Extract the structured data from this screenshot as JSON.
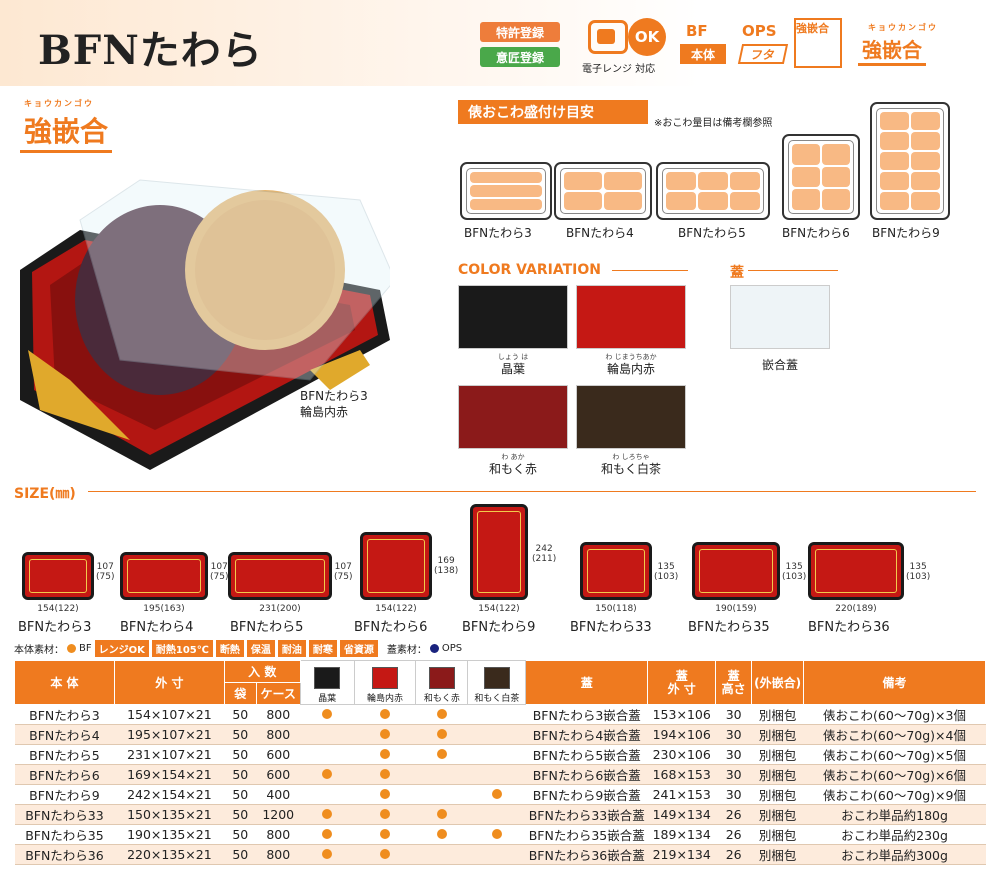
{
  "header": {
    "title": "BFNたわら",
    "patent": "特許登録",
    "design": "意匠登録",
    "microwave_ok": "OK",
    "microwave_label": "電子レンジ 対応",
    "bf_top": "BF",
    "bf_box": "本体",
    "ops_top": "OPS",
    "ops_box": "フタ",
    "kyogo_box": "強嵌合",
    "logo_ruby": "キョウカンゴウ",
    "logo_main": "強嵌合"
  },
  "product_caption": [
    "BFNたわら3",
    "輪島内赤"
  ],
  "guide": {
    "title": "俵おこわ盛付け目安",
    "note": "※おこわ量目は備考欄参照",
    "trays": [
      "BFNたわら3",
      "BFNたわら4",
      "BFNたわら5",
      "BFNたわら6",
      "BFNたわら9"
    ]
  },
  "colors": {
    "heading": "COLOR VARIATION",
    "items": [
      {
        "ruby": "しょう は",
        "label": "晶葉",
        "color": "#1a1a1a"
      },
      {
        "ruby": "わ じまうちあか",
        "label": "輪島内赤",
        "color": "#c51814"
      },
      {
        "ruby": "わ あか",
        "label": "和もく赤",
        "color": "#8b1a1a"
      },
      {
        "ruby": "わ しろちゃ",
        "label": "和もく白茶",
        "color": "#3a2a1c"
      }
    ]
  },
  "lid": {
    "heading": "蓋",
    "label": "嵌合蓋"
  },
  "size": {
    "heading": "SIZE(㎜)",
    "items": [
      {
        "name": "BFNたわら3",
        "w": "154(122)",
        "h": "107",
        "h2": "(75)"
      },
      {
        "name": "BFNたわら4",
        "w": "195(163)",
        "h": "107",
        "h2": "(75)"
      },
      {
        "name": "BFNたわら5",
        "w": "231(200)",
        "h": "107",
        "h2": "(75)"
      },
      {
        "name": "BFNたわら6",
        "w": "154(122)",
        "h": "169",
        "h2": "(138)"
      },
      {
        "name": "BFNたわら9",
        "w": "154(122)",
        "h": "242",
        "h2": "(211)"
      },
      {
        "name": "BFNたわら33",
        "w": "150(118)",
        "h": "135",
        "h2": "(103)"
      },
      {
        "name": "BFNたわら35",
        "w": "190(159)",
        "h": "135",
        "h2": "(103)"
      },
      {
        "name": "BFNたわら36",
        "w": "220(189)",
        "h": "135",
        "h2": "(103)"
      }
    ]
  },
  "materials": {
    "body_label": "本体素材：",
    "body": "BF",
    "tags": [
      "レンジOK",
      "耐熱105℃",
      "断熱",
      "保温",
      "耐油",
      "耐寒",
      "省資源"
    ],
    "lid_label": "蓋素材：",
    "lid": "OPS",
    "body_dot": "#ef8d1f",
    "lid_dot": "#1a237e"
  },
  "table": {
    "headers": {
      "body": "本 体",
      "outer": "外 寸",
      "qty": "入 数",
      "bag": "袋",
      "case": "ケース",
      "lid": "蓋",
      "lid_outer": "蓋\n外 寸",
      "lid_height": "蓋\n高さ",
      "fitting": "(外嵌合)",
      "note": "備考"
    },
    "color_heads": [
      "晶葉",
      "輪島内赤",
      "和もく赤",
      "和もく白茶"
    ],
    "rows": [
      {
        "name": "BFNたわら3",
        "outer": "154×107×21",
        "bag": "50",
        "case": "800",
        "c": [
          1,
          1,
          1,
          0
        ],
        "lid": "BFNたわら3嵌合蓋",
        "lid_outer": "153×106",
        "lid_h": "30",
        "fit": "別梱包",
        "note": "俵おこわ(60〜70g)×3個"
      },
      {
        "name": "BFNたわら4",
        "outer": "195×107×21",
        "bag": "50",
        "case": "800",
        "c": [
          0,
          1,
          1,
          0
        ],
        "lid": "BFNたわら4嵌合蓋",
        "lid_outer": "194×106",
        "lid_h": "30",
        "fit": "別梱包",
        "note": "俵おこわ(60〜70g)×4個"
      },
      {
        "name": "BFNたわら5",
        "outer": "231×107×21",
        "bag": "50",
        "case": "600",
        "c": [
          0,
          1,
          1,
          0
        ],
        "lid": "BFNたわら5嵌合蓋",
        "lid_outer": "230×106",
        "lid_h": "30",
        "fit": "別梱包",
        "note": "俵おこわ(60〜70g)×5個"
      },
      {
        "name": "BFNたわら6",
        "outer": "169×154×21",
        "bag": "50",
        "case": "600",
        "c": [
          1,
          1,
          0,
          0
        ],
        "lid": "BFNたわら6嵌合蓋",
        "lid_outer": "168×153",
        "lid_h": "30",
        "fit": "別梱包",
        "note": "俵おこわ(60〜70g)×6個"
      },
      {
        "name": "BFNたわら9",
        "outer": "242×154×21",
        "bag": "50",
        "case": "400",
        "c": [
          0,
          1,
          0,
          1
        ],
        "lid": "BFNたわら9嵌合蓋",
        "lid_outer": "241×153",
        "lid_h": "30",
        "fit": "別梱包",
        "note": "俵おこわ(60〜70g)×9個"
      },
      {
        "name": "BFNたわら33",
        "outer": "150×135×21",
        "bag": "50",
        "case": "1200",
        "c": [
          1,
          1,
          1,
          0
        ],
        "lid": "BFNたわら33嵌合蓋",
        "lid_outer": "149×134",
        "lid_h": "26",
        "fit": "別梱包",
        "note": "おこわ単品約180g"
      },
      {
        "name": "BFNたわら35",
        "outer": "190×135×21",
        "bag": "50",
        "case": "800",
        "c": [
          1,
          1,
          1,
          1
        ],
        "lid": "BFNたわら35嵌合蓋",
        "lid_outer": "189×134",
        "lid_h": "26",
        "fit": "別梱包",
        "note": "おこわ単品約230g"
      },
      {
        "name": "BFNたわら36",
        "outer": "220×135×21",
        "bag": "50",
        "case": "800",
        "c": [
          1,
          1,
          0,
          0
        ],
        "lid": "BFNたわら36嵌合蓋",
        "lid_outer": "219×134",
        "lid_h": "26",
        "fit": "別梱包",
        "note": "おこわ単品約300g"
      }
    ]
  }
}
